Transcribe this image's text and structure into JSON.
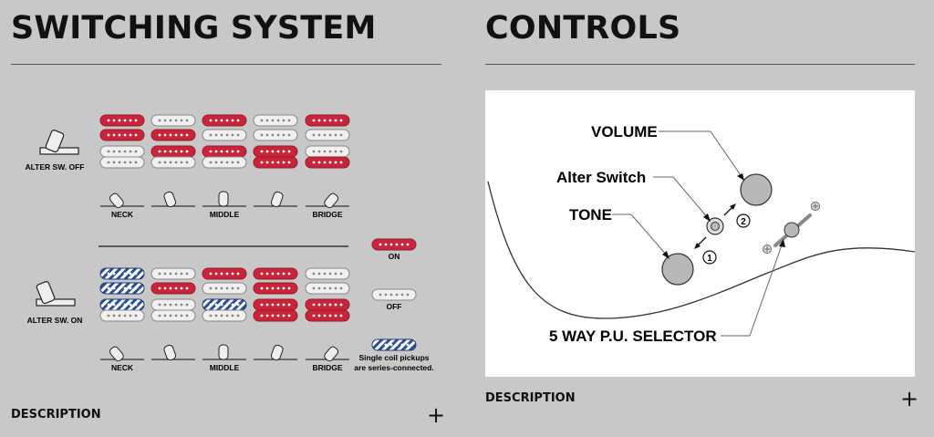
{
  "switching": {
    "title": "SWITCHING SYSTEM",
    "alter_off_label": "ALTER SW. OFF",
    "alter_on_label": "ALTER SW. ON",
    "positions": [
      "NECK",
      "",
      "MIDDLE",
      "",
      "BRIDGE"
    ],
    "legend": {
      "on": "ON",
      "off": "OFF",
      "series_line1": "Single coil pickups",
      "series_line2": "are series-connected."
    },
    "colors": {
      "on": "#c8253a",
      "off": "#f0f0f0",
      "series": "#2a4f9a"
    },
    "off_states": [
      [
        "on",
        "off",
        "on",
        "off",
        "on"
      ],
      [
        "on",
        "on",
        "off",
        "off",
        "off"
      ],
      [
        "off",
        "on",
        "on",
        "on",
        "off"
      ],
      [
        "off",
        "off",
        "off",
        "on",
        "on"
      ],
      [
        "off",
        "off",
        "off",
        "off",
        "on"
      ]
    ],
    "on_states": [
      [
        "series",
        "off",
        "on",
        "on",
        "off"
      ],
      [
        "series",
        "on",
        "off",
        "on",
        "off"
      ],
      [
        "series",
        "off",
        "series",
        "on",
        "on"
      ],
      [
        "off",
        "off",
        "off",
        "on",
        "on"
      ],
      [
        "off",
        "off",
        "off",
        "off",
        "on"
      ]
    ],
    "description_label": "DESCRIPTION"
  },
  "controls": {
    "title": "CONTROLS",
    "volume": "VOLUME",
    "alter_switch": "Alter Switch",
    "tone": "TONE",
    "selector": "5 WAY P.U. SELECTOR",
    "marker1": "1",
    "marker2": "2",
    "description_label": "DESCRIPTION"
  },
  "icons": {
    "expand": "plus-icon"
  }
}
